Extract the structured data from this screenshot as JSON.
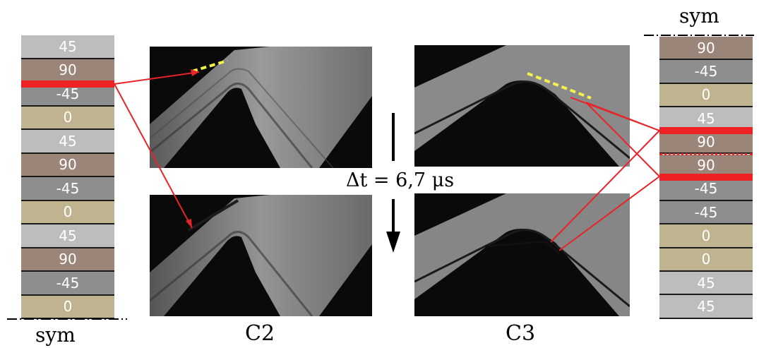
{
  "left_stack": {
    "plies": [
      "45",
      "90",
      "-45",
      "0",
      "45",
      "90",
      "-45",
      "0",
      "45",
      "90",
      "-45",
      "0"
    ],
    "sym_label": "sym"
  },
  "right_stack": {
    "plies": [
      "90",
      "-45",
      "0",
      "45",
      "90",
      "90",
      "-45",
      "-45",
      "0",
      "0",
      "45",
      "45"
    ],
    "sym_label": "sym"
  },
  "ply_colors": {
    "45": "#bdbdbd",
    "90": "#9b8478",
    "-45": "#8e8e8e",
    "0": "#bfb48f"
  },
  "highlight_color": "#ee2124",
  "arrow_color": "#e8232a",
  "yellow_arrow_color": "#f5f04a",
  "time_label": "Δt = 6,7 μs",
  "captions": {
    "left": "C2",
    "right": "C3"
  },
  "panels": [
    "c2-before",
    "c2-after",
    "c3-before",
    "c3-after"
  ]
}
